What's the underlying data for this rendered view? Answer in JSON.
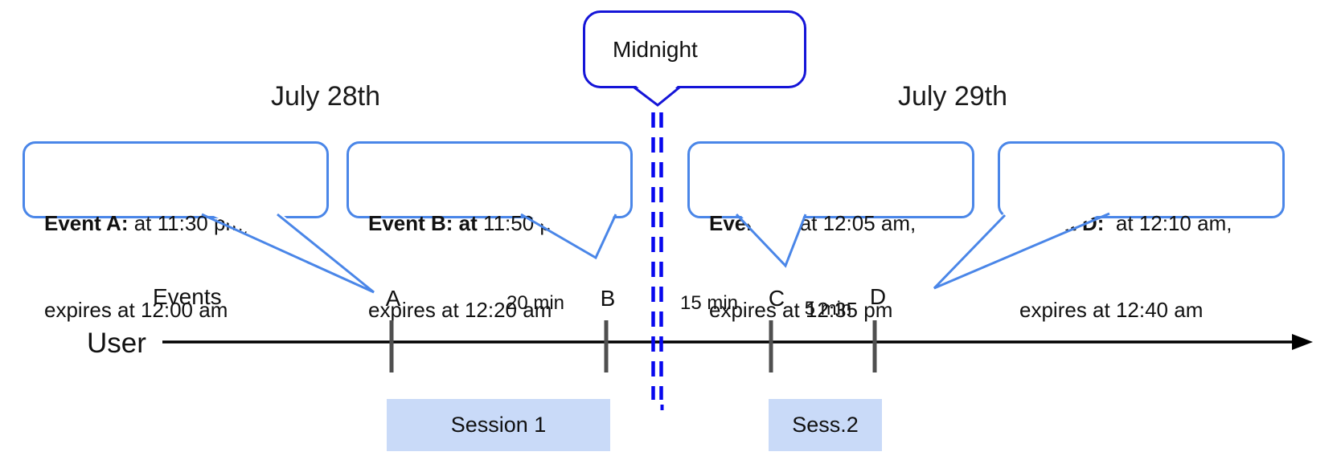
{
  "dates": {
    "left": "July 28th",
    "right": "July 29th"
  },
  "midnight": {
    "label": "Midnight"
  },
  "events": [
    {
      "bold": "Event A:",
      "rest": " at 11:30 pm,",
      "line2": "expires at 12:00 am"
    },
    {
      "bold": "Event B: at",
      "rest": " 11:50 pm,",
      "line2": "expires at 12:20 am"
    },
    {
      "bold": "Event C:",
      "rest": " at 12:05 am,",
      "line2": "expires at 12:35 pm"
    },
    {
      "bold": "Event D:",
      "rest": "  at 12:10 am,",
      "line2": "expires at 12:40 am"
    }
  ],
  "axis": {
    "events_label": "Events",
    "user_label": "User"
  },
  "ticks": [
    {
      "label": "A"
    },
    {
      "label": "B"
    },
    {
      "label": "C"
    },
    {
      "label": "D"
    }
  ],
  "gaps": [
    {
      "label": "20 min"
    },
    {
      "label": "15 min"
    },
    {
      "label": "5 min"
    }
  ],
  "sessions": [
    {
      "label": "Session 1"
    },
    {
      "label": "Sess.2"
    }
  ],
  "colors": {
    "event_border": "#4a86e8",
    "midnight_border": "#1515d8",
    "dashed_line": "#0707ee",
    "session_fill": "#c9daf8",
    "tick": "#4f4f4f",
    "timeline": "#000000"
  }
}
